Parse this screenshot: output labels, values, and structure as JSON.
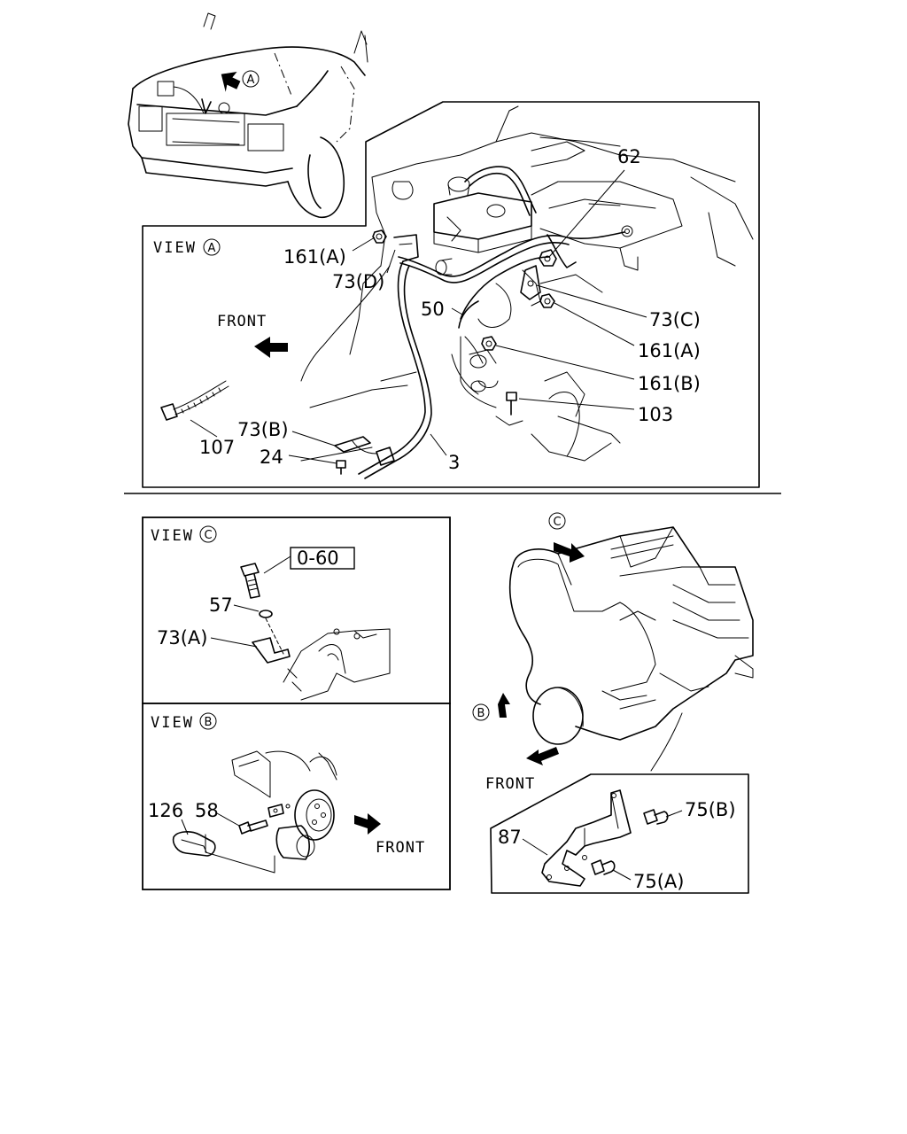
{
  "views": {
    "view_a": "VIEW",
    "view_c": "VIEW",
    "view_b": "VIEW"
  },
  "markers": {
    "a": "A",
    "b": "B",
    "c": "C"
  },
  "front_labels": {
    "front_view_a": "FRONT",
    "front_view_b": "FRONT",
    "front_bracket": "FRONT"
  },
  "parts": {
    "p62": "62",
    "p161a_1": "161(A)",
    "p73d": "73(D)",
    "p50": "50",
    "p73c": "73(C)",
    "p161a_2": "161(A)",
    "p161b": "161(B)",
    "p103": "103",
    "p107": "107",
    "p73b": "73(B)",
    "p24": "24",
    "p3": "3",
    "p060": "0-60",
    "p57": "57",
    "p73a": "73(A)",
    "p126": "126",
    "p58": "58",
    "p87": "87",
    "p75b": "75(B)",
    "p75a": "75(A)"
  }
}
